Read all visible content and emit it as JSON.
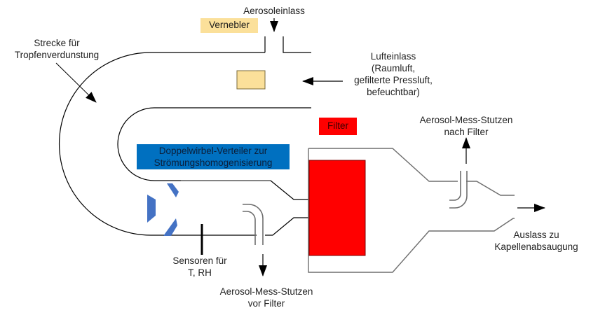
{
  "diagram": {
    "language": "de",
    "colors": {
      "line": "#000000",
      "line_grey": "#707070",
      "nebulizer": "#fbe09a",
      "filter": "#ff0000",
      "distributor_label": "#0070c0",
      "vanes": "#4472c4"
    },
    "labels": {
      "aerosol_inlet": "Aerosoleinlass",
      "nebulizer": "Vernebler",
      "evaporation_path": [
        "Strecke für",
        "Tropfenverdunstung"
      ],
      "air_inlet": [
        "Lufteinlass",
        "(Raumluft,",
        "gefilterte Pressluft,",
        "befeuchtbar)"
      ],
      "filter": "Filter",
      "distributor": [
        "Doppelwirbel-Verteiler zur",
        "Strömungshomogenisierung"
      ],
      "sample_after_filter": [
        "Aerosol-Mess-Stutzen",
        "nach Filter"
      ],
      "outlet": [
        "Auslass zu",
        "Kapellenabsaugung"
      ],
      "sensors": [
        "Sensoren für",
        "T, RH"
      ],
      "sample_before_filter": [
        "Aerosol-Mess-Stutzen",
        "vor Filter"
      ]
    }
  }
}
